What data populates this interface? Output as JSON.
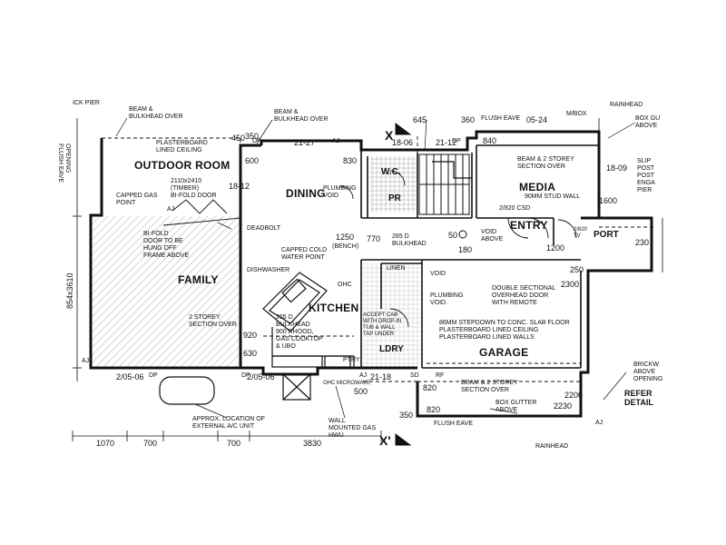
{
  "rooms": {
    "outdoor_room": "OUTDOOR ROOM",
    "dining": "DINING",
    "wc": "W.C.",
    "pr": "PR",
    "media": "MEDIA",
    "entry": "ENTRY",
    "port": "PORT",
    "family": "FAMILY",
    "kitchen": "KITCHEN",
    "ldry": "LDRY",
    "garage": "GARAGE"
  },
  "notes": {
    "beam_bulkhead_left": "BEAM &\nBULKHEAD OVER",
    "beam_bulkhead_top": "BEAM &\nBULKHEAD OVER",
    "plasterboard_ceiling": "PLASTERBOARD\nLINED CEILING",
    "timber_door": "2110x2410\n(TIMBER)\nBI-FOLD DOOR",
    "capped_gas": "CAPPED GAS\nPOINT",
    "deadbolt": "DEADBOLT",
    "bifold_hung": "BI-FOLD\nDOOR TO BE\nHUNG OFF\nFRAME ABOVE",
    "dishwasher": "DISHWASHER",
    "capped_cold": "CAPPED COLD\nWATER POINT",
    "two_storey_left": "2 STOREY\nSECTION OVER",
    "bulkhead_kitchen": "265 D\nBULKHEAD\n900 RHOOD,\nGAS COOKTOP\n& UBO",
    "bench": "(BENCH)",
    "bulkhead_265": "265 D\nBULKHEAD",
    "void_above": "VOID\nABOVE",
    "flush_eave_top": "FLUSH EAVE",
    "beam_two_storey_media": "BEAM & 2 STOREY\nSECTION OVER",
    "stud_wall": "90MM STUD WALL",
    "csd": "2/820 CSD",
    "plumbing_void_dining": "PLUMBING\nVOID",
    "plumbing_void_ldry": "PLUMBING\nVOID.",
    "void": "VOID",
    "linen": "LINEN",
    "double_door": "DOUBLE SECTIONAL\nOVERHEAD DOOR\nWITH REMOTE",
    "stepdown": "86MM STEPDOWN TO CONC. SLAB FLOOR\nPLASTERBOARD LINED CEILING\nPLASTERBOARD LINED WALLS",
    "beam_two_storey_garage": "BEAM & 2 STOREY\nSECTION OVER",
    "box_gutter": "BOX GUTTER\nABOVE",
    "flush_eave_bottom": "FLUSH EAVE",
    "approx_ac": "APPROX. LOCATION OF\nEXTERNAL A/C UNIT",
    "wall_gas": "WALL\nMOUNTED GAS\nHWU",
    "rainhead_top": "RAINHEAD",
    "rainhead_bottom": "RAINHEAD",
    "box_gutter_right": "BOX GU\nABOVE",
    "refer_detail": "REFER\nDETAIL",
    "brick_above": "BRICKW\nABOVE\nOPENING",
    "slip_post": "SLIP\nPOST\nPOST\nENGA\nPIER",
    "opening": "OPENING\nFLUSH EAVE",
    "brick_pier": "ICK PIER",
    "accept_bin": "ACCEPT CAB\nWITH DROP-IN\nTUB & WALL\nTAP UNDER",
    "ptry": "PTRY",
    "ohc_micro": "OHC MICROWAVE",
    "ohc": "OHC",
    "mpbx": "M/BOX",
    "tv_label": "2/820\nTV"
  },
  "dims": {
    "d350": "350",
    "d450": "450",
    "d600": "600",
    "d645": "645",
    "d360": "360",
    "d840": "840",
    "d830": "830",
    "d2127": "21-27",
    "d1806": "18-06",
    "d2112": "21-12",
    "d0524": "05-24",
    "d1812": "18-12",
    "d1809": "18-09",
    "d1250": "1250",
    "d770": "770",
    "d50": "50",
    "d180": "180",
    "d1200": "1200",
    "d1600": "1600",
    "d230": "230",
    "d250": "250",
    "d2300": "2300",
    "d2200": "2200",
    "d920": "920",
    "d630": "630",
    "d2105": "2/05-06",
    "d2105b": "2/05-06",
    "d2118": "21-18",
    "d500": "500",
    "d350b": "350",
    "d820": "820",
    "d820b": "820",
    "d2230": "2230",
    "d1070": "1070",
    "d700": "700",
    "d700b": "700",
    "d3830": "3830",
    "d854": "854x3610",
    "aj1": "AJ",
    "aj2": "AJ",
    "aj3": "AJ",
    "aj4": "AJ",
    "aj5": "AJ",
    "dp1": "DP",
    "dp2": "DP",
    "dp3": "DP",
    "dp4": "DP",
    "sd": "SD",
    "rf": "RF",
    "xtop": "X",
    "xbot": "X'"
  }
}
